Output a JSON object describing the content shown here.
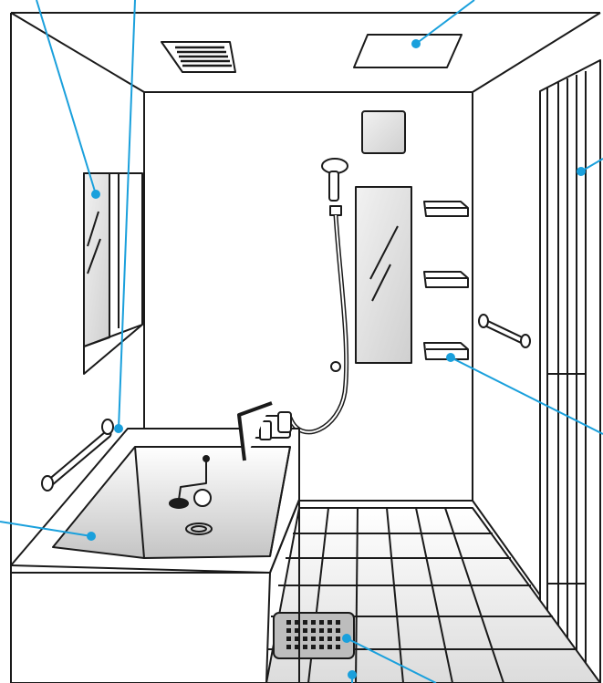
{
  "diagram": {
    "subject": "unit-bathroom-interior",
    "colors": {
      "line": "#1a1a1a",
      "leader": "#1aa0dc",
      "wall": "#ffffff",
      "mirror": "#d9d9d9",
      "tub_shadow": "#c8c8c8",
      "drain_plate": "#bdbdbd"
    },
    "parts": [
      "ceiling-vent",
      "ceiling-light",
      "window",
      "grab-bar-tub",
      "bathtub",
      "tub-faucet",
      "shower-head",
      "shower-hose",
      "wall-mirror",
      "wall-shelves",
      "light-switch",
      "towel-bar",
      "folding-door",
      "floor-tiles",
      "floor-drain"
    ],
    "leader_targets": [
      "window",
      "grab-bar-tub",
      "ceiling-light",
      "folding-door",
      "bathtub",
      "wall-shelf",
      "floor-drain",
      "floor-tiles"
    ]
  }
}
